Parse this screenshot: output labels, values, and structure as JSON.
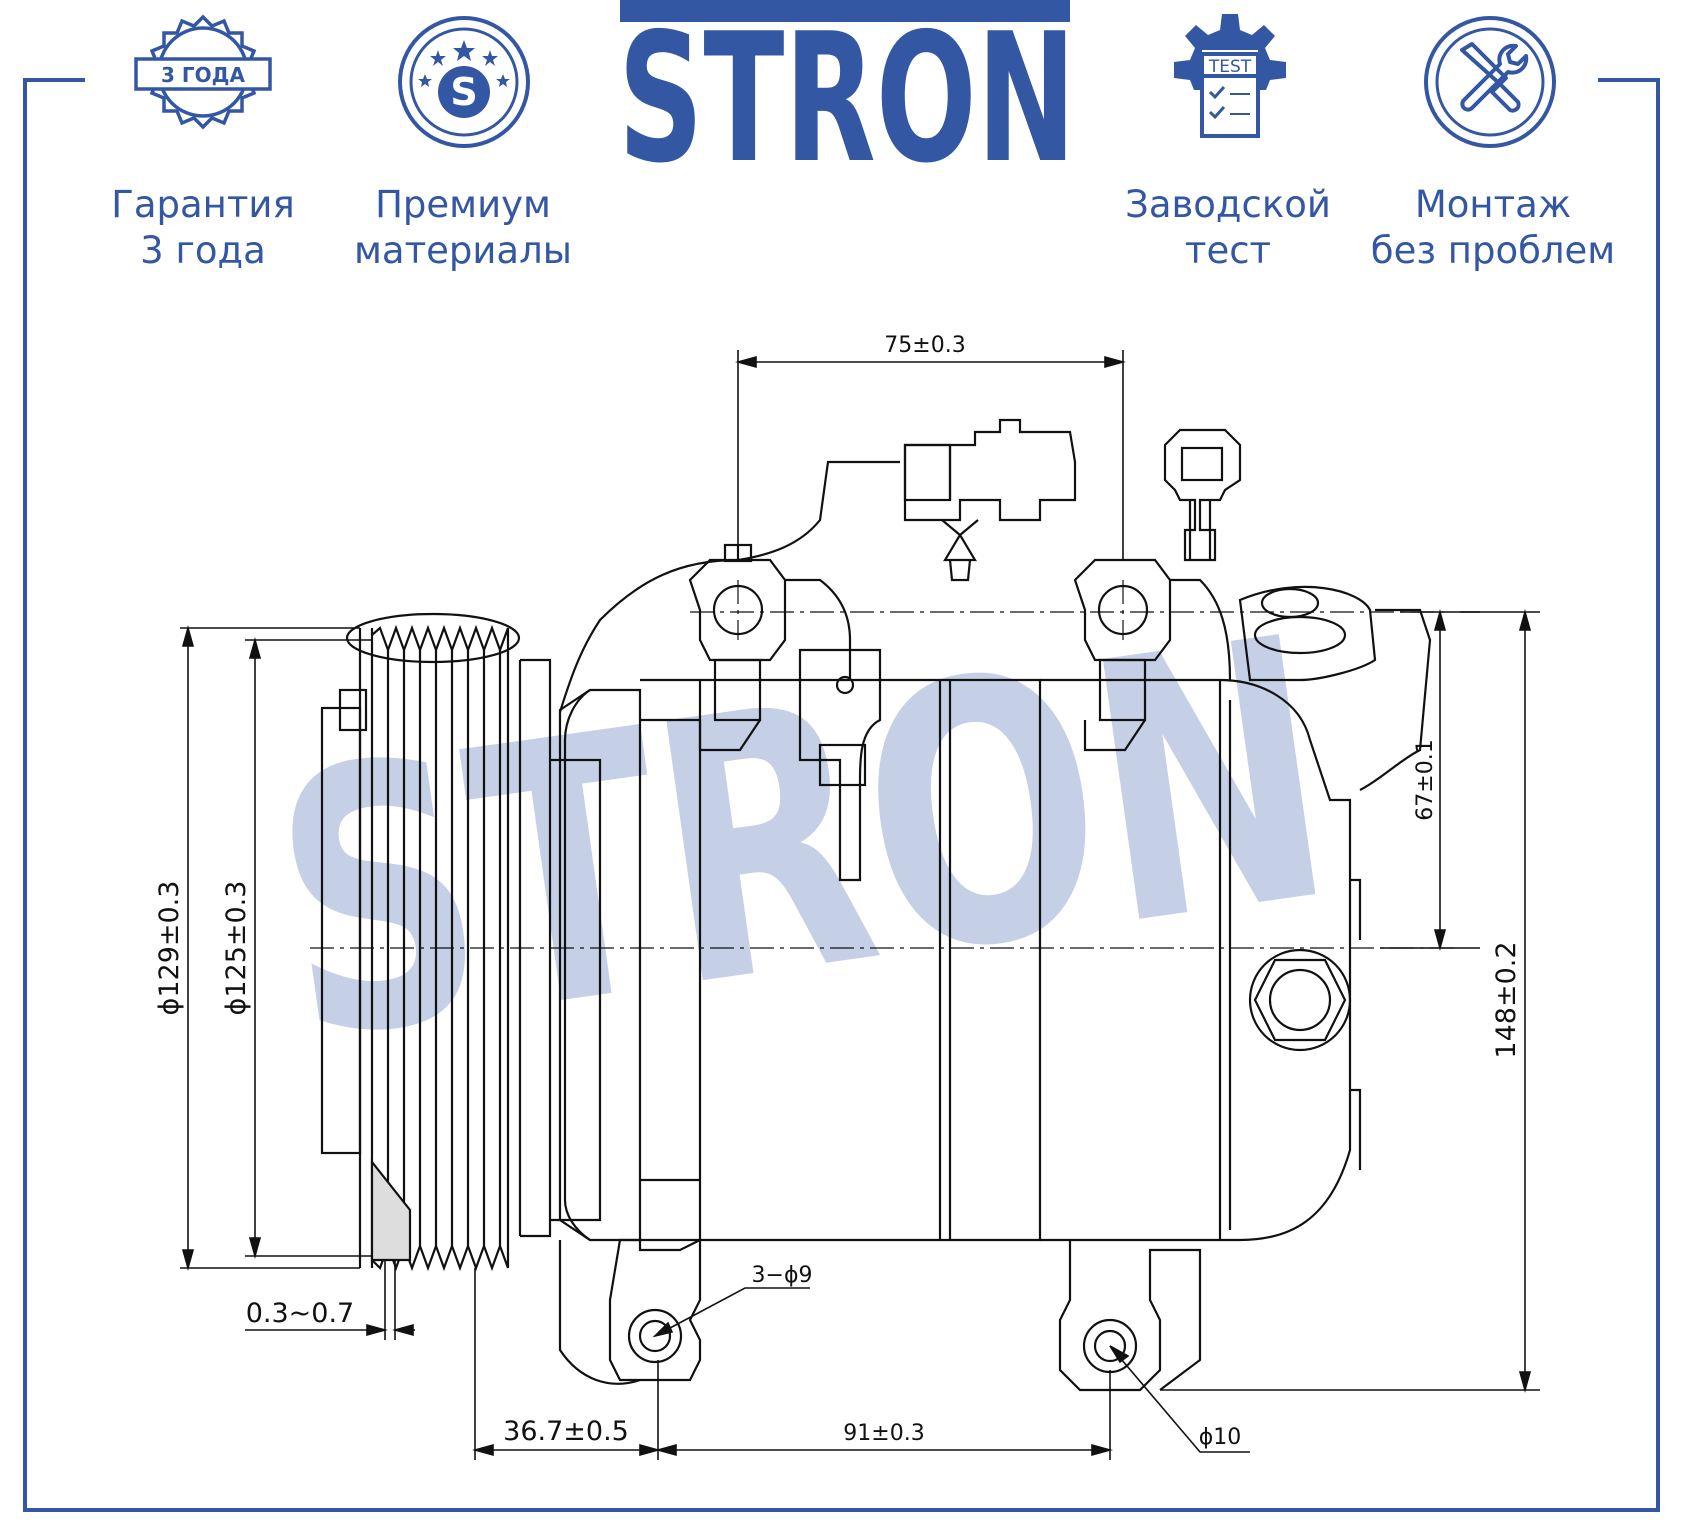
{
  "brand": {
    "logo_text": "STRON",
    "watermark_text": "STRON",
    "primary_color": "#3457a4",
    "watermark_color": "#c5d0e6"
  },
  "features": [
    {
      "icon": "warranty-seal-icon",
      "badge": "3 ГОДА",
      "line1": "Гарантия",
      "line2": "3 года"
    },
    {
      "icon": "premium-materials-icon",
      "badge": "S",
      "line1": "Премиум",
      "line2": "материалы"
    },
    {
      "icon": "factory-test-gear-icon",
      "badge": "TEST",
      "line1": "Заводской",
      "line2": "тест"
    },
    {
      "icon": "tools-icon",
      "line1": "Монтаж",
      "line2": "без проблем"
    }
  ],
  "dimensions": {
    "top_mount_spacing": "75±0.3",
    "pulley_outer_dia": "ϕ129±0.3",
    "pulley_inner_dia": "ϕ125±0.3",
    "clutch_gap": "0.3~0.7",
    "mount_hole_count_dia": "3−ϕ9",
    "pulley_to_mount": "36.7±0.5",
    "bottom_mount_spacing": "91±0.3",
    "mount_hole_dia": "ϕ10",
    "axis_to_top_mount": "67±0.1",
    "total_height": "148±0.2"
  }
}
